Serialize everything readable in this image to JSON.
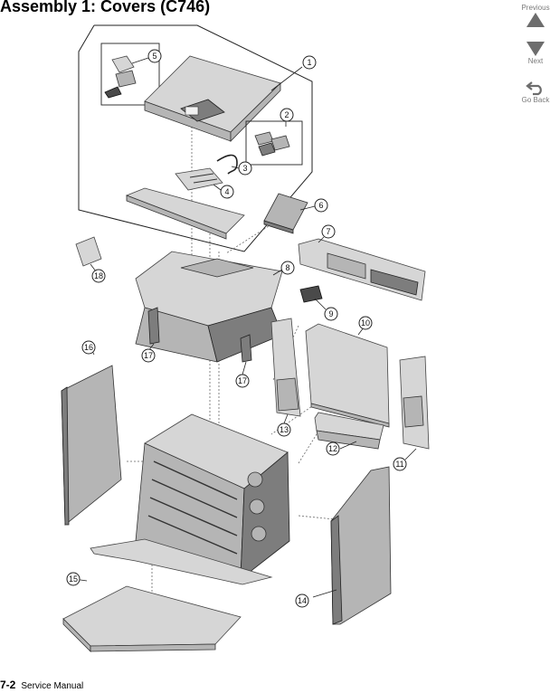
{
  "page": {
    "title": "Assembly 1:  Covers (C746)",
    "footer_number": "7-2",
    "footer_manual": "Service Manual"
  },
  "nav": {
    "previous_label": "Previous",
    "next_label": "Next",
    "go_back_label": "Go Back",
    "previous_icon": "triangle-up-icon",
    "next_icon": "triangle-down-icon",
    "go_back_icon": "go-back-arrow-icon",
    "icon_color": "#6d6d6d"
  },
  "callouts": [
    "1",
    "2",
    "3",
    "4",
    "5",
    "6",
    "7",
    "8",
    "9",
    "10",
    "11",
    "12",
    "13",
    "14",
    "15",
    "16",
    "17",
    "17",
    "18"
  ]
}
